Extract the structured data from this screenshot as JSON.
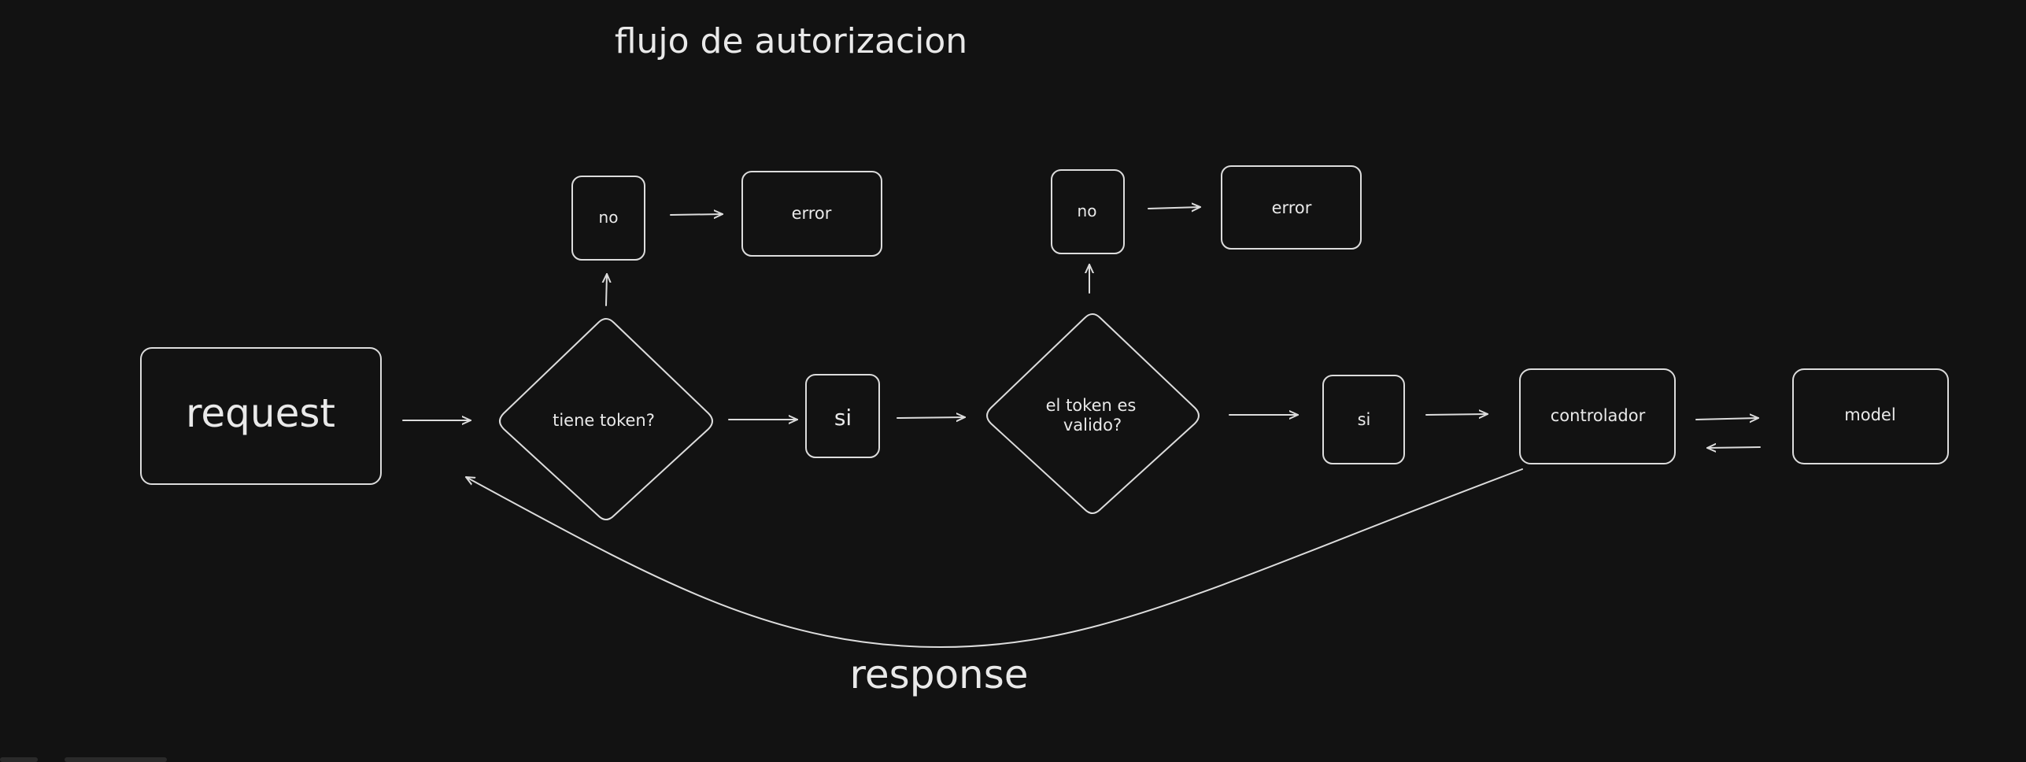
{
  "diagram": {
    "title": "flujo de autorizacion",
    "nodes": {
      "request": "request",
      "tiene_token": "tiene token?",
      "no_1": "no",
      "error_1": "error",
      "si_1": "si",
      "token_valido_line1": "el token es",
      "token_valido_line2": "valido?",
      "no_2": "no",
      "error_2": "error",
      "si_2": "si",
      "controlador": "controlador",
      "model": "model"
    },
    "edge_labels": {
      "response": "response"
    },
    "colors": {
      "background": "#121212",
      "stroke": "#dcdcdc",
      "text": "#e9e9e9"
    }
  }
}
